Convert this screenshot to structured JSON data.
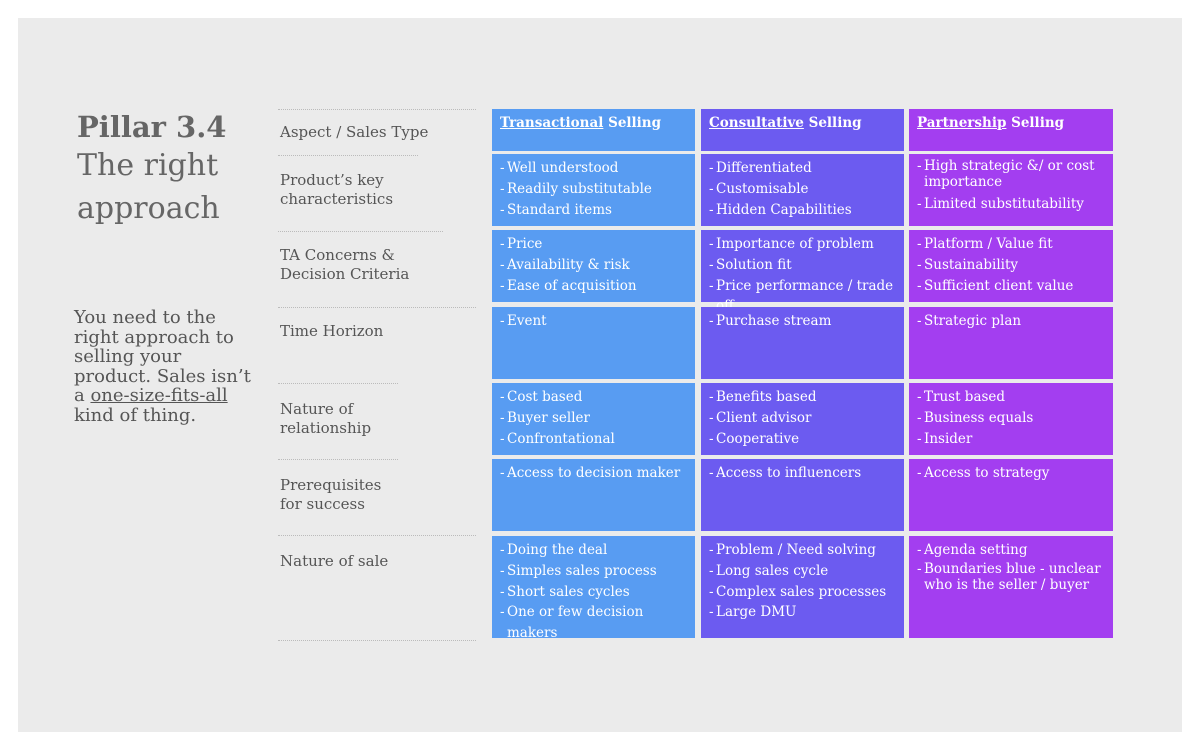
{
  "title": {
    "line1": "Pillar 3.4",
    "line2": "The right approach"
  },
  "description": {
    "before": "You need to the right approach to selling your product. Sales isn’t a",
    "emphasis": "one-size-fits-all",
    "after": "kind of thing."
  },
  "aspects": [
    "Aspect / Sales Type",
    "Product’s key characteristics",
    "TA Concerns & Decision Criteria",
    "Time Horizon",
    "Nature of relationship",
    "Prerequisites for success",
    "Nature of sale"
  ],
  "columns": [
    {
      "header": {
        "underlined": "Transactional",
        "rest": "Selling"
      },
      "color": "#589cf2",
      "rows": [
        [
          "Well understood",
          "Readily substitutable",
          "Standard items"
        ],
        [
          "Price",
          "Availability & risk",
          "Ease of acquisition"
        ],
        [
          "Event"
        ],
        [
          "Cost based",
          "Buyer seller",
          "Confrontational"
        ],
        [
          "Access to decision maker"
        ],
        [
          "Doing the deal",
          "Simples sales process",
          "Short sales cycles",
          "One or few decision makers"
        ]
      ]
    },
    {
      "header": {
        "underlined": "Consultative",
        "rest": "Selling"
      },
      "color": "#6c5bf0",
      "rows": [
        [
          "Differentiated",
          "Customisable",
          "Hidden Capabilities"
        ],
        [
          "Importance of problem",
          "Solution fit",
          "Price performance / trade off"
        ],
        [
          "Purchase stream"
        ],
        [
          "Benefits based",
          "Client advisor",
          "Cooperative"
        ],
        [
          "Access to influencers"
        ],
        [
          "Problem / Need solving",
          "Long sales cycle",
          "Complex sales processes",
          "Large DMU"
        ]
      ]
    },
    {
      "header": {
        "underlined": "Partnership",
        "rest": "Selling"
      },
      "color": "#a33ef0",
      "rows": [
        [
          "High strategic &/ or cost importance",
          "Limited substitutability"
        ],
        [
          "Platform / Value fit",
          "Sustainability",
          "Sufficient client value"
        ],
        [
          "Strategic plan"
        ],
        [
          "Trust based",
          "Business equals",
          "Insider"
        ],
        [
          "Access to strategy"
        ],
        [
          "Agenda setting",
          "Boundaries blue - unclear who is the seller / buyer"
        ]
      ]
    }
  ]
}
